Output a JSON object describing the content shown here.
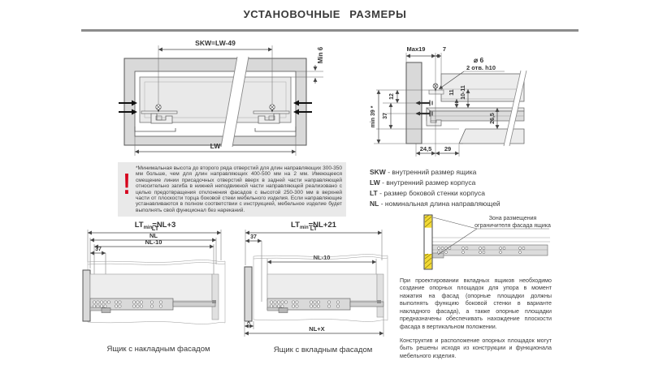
{
  "page": {
    "title": "УСТАНОВОЧНЫЕ РАЗМЕРЫ"
  },
  "colors": {
    "accent_red": "#d6001c",
    "panel_gray": "#d9d9d9",
    "zone_yellow": "#f2d935",
    "rule_gray": "#8c8c8c"
  },
  "cabinet_section": {
    "dim_top": "SKW=LW-49",
    "dim_gap": "Min 6",
    "dim_bottom": "LW"
  },
  "warning_note": {
    "mark": "!",
    "text": "*Минимальная высота до второго ряда отверстий для длин направляющих 300-350 мм больше, чем для длин направляющих 400-500 мм на 2 мм. Имеющееся смещение линии присадочных отверстий вверх в задней части направляющей относительно загиба в нижней неподвижной части направляющей реализовано с целью предотвращения отклонения фасадов с высотой 250-300 мм в верхней части от плоскости торца боковой стеки мебельного изделия. Если направляющие устанавливаются в полном соответствии с инструкцией, мебельное изделие будет выполнять свой функционал без нареканий."
  },
  "drilling_section": {
    "dim_max19": "Max19",
    "dim_7": "7",
    "hole_dia": "⌀ 6",
    "hole_note": "2 отв. h10",
    "dim_12": "12",
    "dim_37": "37",
    "dim_min39": "min 39 *",
    "dim_11": "11",
    "dim_10_11": "10-11",
    "dim_26_5": "26,5",
    "dim_24_5": "24,5",
    "dim_29": "29"
  },
  "legend": {
    "items": [
      {
        "term": "SKW",
        "desc": "- внутренний размер ящика"
      },
      {
        "term": "LW",
        "desc": "- внутренний размер корпуса"
      },
      {
        "term": "LT",
        "desc": "- размер боковой стенки корпуса"
      },
      {
        "term": "NL",
        "desc": "- номинальная длина направляющей"
      }
    ]
  },
  "overlay_drawer": {
    "formula_base": "LT",
    "formula_sub": "min",
    "formula_rest": "=NL+3",
    "dim_lt": "LT",
    "dim_nl": "NL",
    "dim_nl10": "NL-10",
    "dim_37": "37",
    "caption": "Ящик с накладным фасадом"
  },
  "inset_drawer": {
    "formula_base": "LT",
    "formula_sub": "min",
    "formula_rest": "=NL+21",
    "dim_lt": "LT",
    "dim_37": "37",
    "dim_nl10": "NL-10",
    "dim_x": "X",
    "dim_nlx": "NL+X",
    "caption": "Ящик с вкладным фасадом"
  },
  "zone_note": {
    "line1": "Зона размещения",
    "line2": "ограничителя фасада ящика"
  },
  "design_notes": {
    "paragraph1": "При проектировании вкладных ящиков необходимо создание опорных площадок для упора в момент нажатия на фасад (опорные площадки должны выполнять функцию боковой стенки в варианте накладного фасада), а также опорные площадки предназначены обеспечивать нахождение плоскости фасада в вертикальном положении.",
    "paragraph2": "Конструктив и расположение опорных площадок могут быть решены исходя из конструкции и функционала мебельного изделия."
  }
}
